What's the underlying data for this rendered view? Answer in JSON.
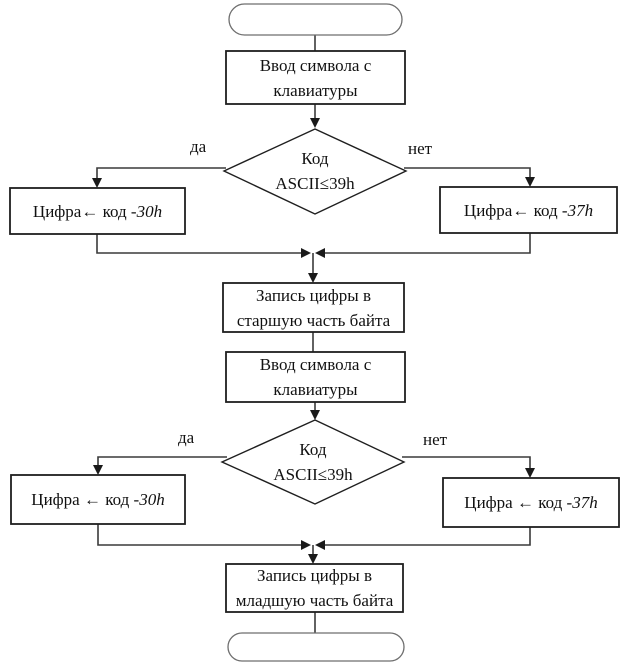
{
  "title": "Flowchart: ASCII hex character to byte conversion",
  "colors": {
    "background": "#ffffff",
    "connector_line": "#3a3a3a",
    "box_border": "#1f1f1f",
    "terminator_border": "#6e6e6e",
    "text": "#111111",
    "arrowhead_fill": "#1a1a1a"
  },
  "nodes": {
    "start_terminator": {
      "shape": "terminator",
      "label": ""
    },
    "input1": {
      "shape": "process",
      "lines": [
        "Ввод символа с",
        "клавиатуры"
      ]
    },
    "decision1": {
      "shape": "decision",
      "lines": [
        "Код",
        "ASCII≤39h"
      ],
      "yes_label": "да",
      "no_label": "нет"
    },
    "assign_left1": {
      "shape": "process",
      "prefix": "Цифра← код -",
      "value": "30h"
    },
    "assign_right1": {
      "shape": "process",
      "prefix": "Цифра← код -",
      "value": "37h"
    },
    "write_high": {
      "shape": "process",
      "lines": [
        "Запись цифры в",
        "старшую часть байта"
      ]
    },
    "input2": {
      "shape": "process",
      "lines": [
        "Ввод символа с",
        "клавиатуры"
      ]
    },
    "decision2": {
      "shape": "decision",
      "lines": [
        "Код",
        "ASCII≤39h"
      ],
      "yes_label": "да",
      "no_label": "нет"
    },
    "assign_left2": {
      "shape": "process",
      "prefix": "Цифра ← код -",
      "value": "30h"
    },
    "assign_right2": {
      "shape": "process",
      "prefix": "Цифра ← код -",
      "value": "37h"
    },
    "write_low": {
      "shape": "process",
      "lines": [
        "Запись цифры в",
        "младшую часть байта"
      ]
    },
    "end_terminator": {
      "shape": "terminator",
      "label": ""
    }
  }
}
